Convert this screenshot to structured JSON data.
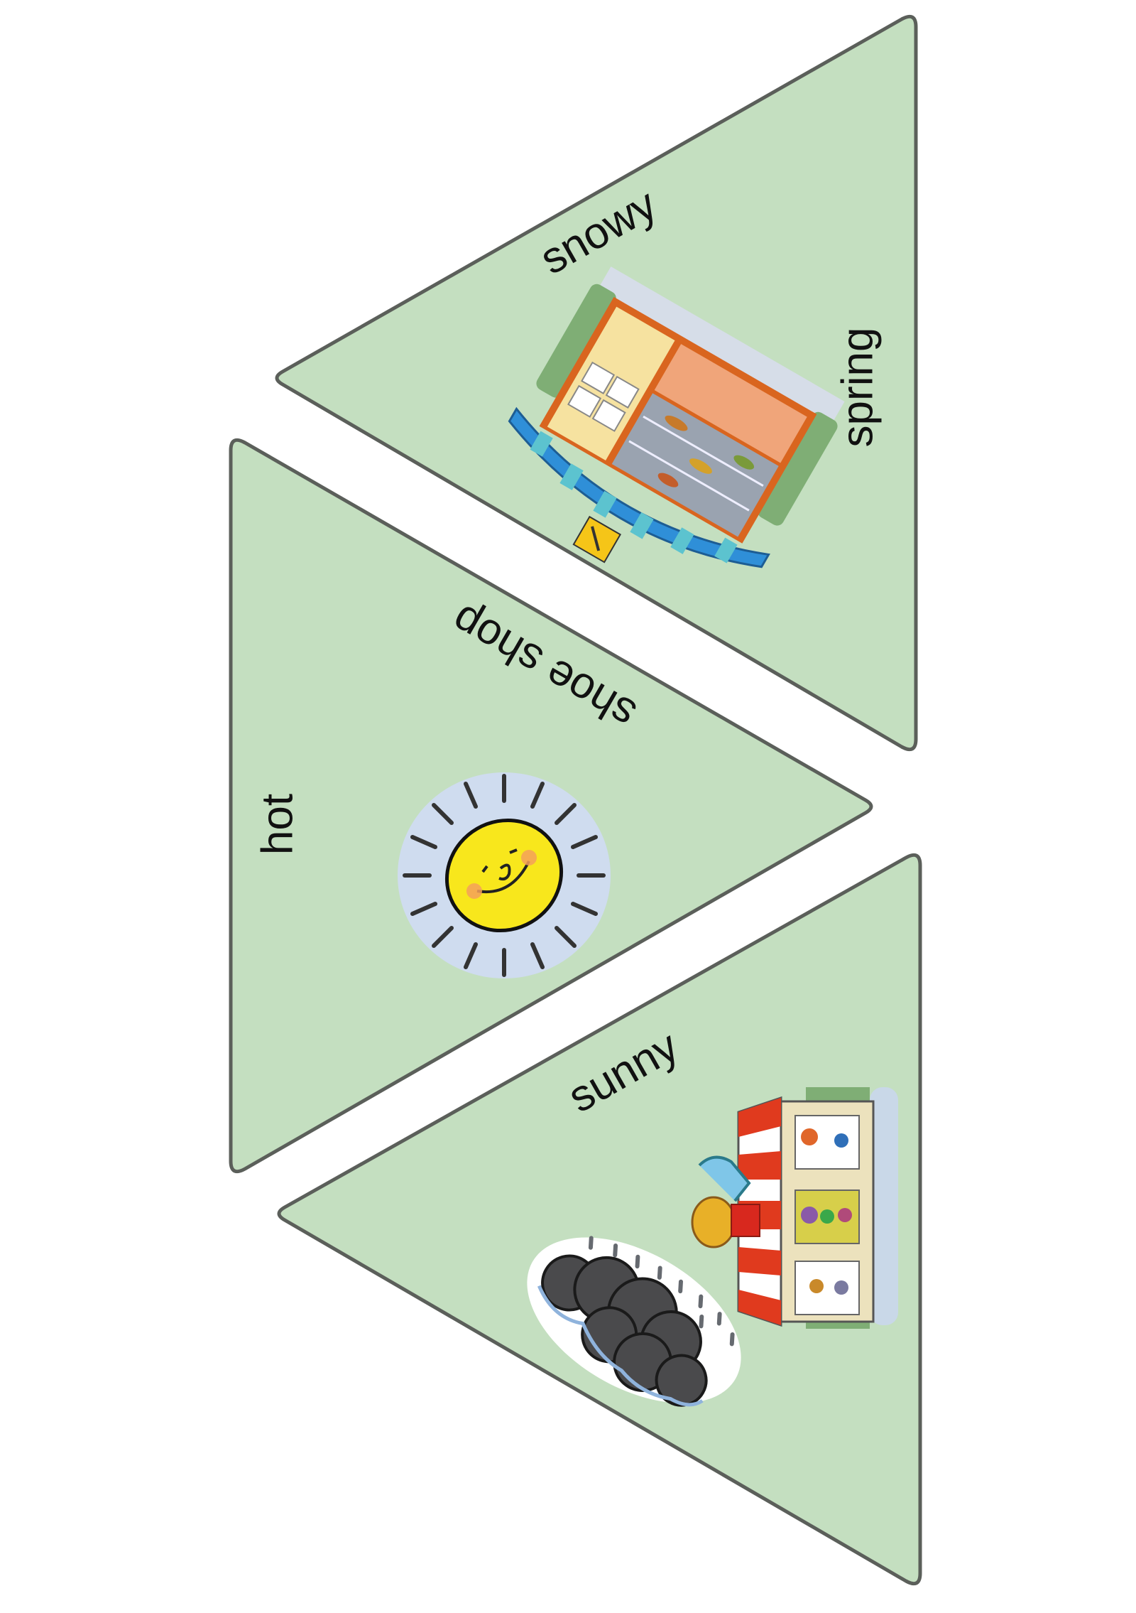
{
  "cards": [
    {
      "labels": {
        "top_edge": "snowy",
        "right_edge": "spring"
      },
      "picture": "shoe-shop-illustration"
    },
    {
      "labels": {
        "top_edge": "shoe shop",
        "left_edge": "hot"
      },
      "picture": "sun-illustration"
    },
    {
      "labels": {
        "top_edge": "sunny"
      },
      "pictures": [
        "clothes-shop-illustration",
        "rain-cloud-illustration"
      ]
    }
  ],
  "colors": {
    "card_fill": "#c4dfc0",
    "card_border": "#5b5f5a",
    "sun_yellow": "#f8e71c",
    "sun_halo": "#cfdcef",
    "awning_red": "#e03a1e",
    "cloud_dark": "#4a4a4c"
  }
}
